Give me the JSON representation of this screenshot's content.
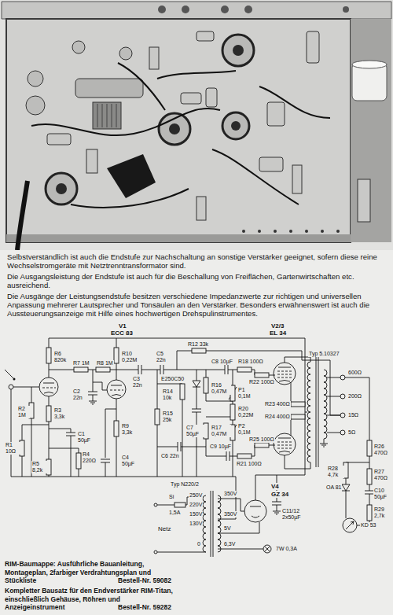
{
  "diagram": {
    "labels": [
      "Selbstverständlich ist auch die Endstufe zur Nachschaltung an sonstige Verstärker geeignet, sofern diese reine Wechselstromgeräte mit Netztrenntransformator sind.",
      "Die Ausgangsleistung der Endstufe ist auch für die Beschallung von Freiflächen, Gartenwirtschaften etc. ausreichend.",
      "Die Ausgänge der Leistungsendstufe besitzen verschiedene Impedanzwerte zur richtigen und universellen Anpassung mehrerer Lautsprecher und Tonsäulen an den Verstärker. Besonders erwähnenswert ist auch die Aussteuerungsanzeige mit Hilfe eines hochwertigen Drehspulinstrumentes.",
      "V1",
      "ECC 83",
      "V2/3",
      "EL 34",
      "R12 33k",
      "R6 820k",
      "R10 0,22M",
      "R7 1M",
      "R8 1M",
      "C2 22n",
      "R2 1M",
      "R3 3,3k",
      "C1 50µF",
      "R1 10Ω",
      "R5 8,2k",
      "R4 220Ω",
      "C4 50µF",
      "R9 3,3k",
      "C3 22n",
      "C5 22n",
      "E250C50",
      "R14 10k",
      "R15 25k",
      "C7 50µF",
      "R16 0,47M",
      "C8 10µF",
      "R18 100Ω",
      "P1 0,1M",
      "R22 100Ω",
      "R20 0,22M",
      "R23 400Ω",
      "R24 400Ω",
      "P2 0,1M",
      "R17 0,47M",
      "C9 10µF",
      "R21 100Ω",
      "R25 100Ω",
      "C6 22n",
      "Typ 5.10327",
      "600Ω",
      "200Ω",
      "15Ω",
      "5Ω",
      "R26 470Ω",
      "R27 470Ω",
      "R28 4,7k",
      "OA 81",
      "C10 50µF",
      "R29 2,7k",
      "KD 53",
      "Typ N220/2",
      "Si",
      "1,5A",
      "Netz",
      "250V",
      "220V",
      "150V",
      "130V",
      "0",
      "350V",
      "350V",
      "5V",
      "6,3V",
      "V4",
      "GZ 34",
      "C11/12 2x50µF",
      "7W 0,3A",
      "RIM-Baumappe: Ausführliche Bauanleitung, Montageplan, 2farbiger Verdrahtungsplan und Stückliste",
      "Bestell-Nr. 59082",
      "Kompletter Bausatz für den Endverstärker RIM-Titan, einschließlich Gehäuse, Röhren und Anzeigeinstrument",
      "Bestell-Nr. 59282"
    ]
  }
}
